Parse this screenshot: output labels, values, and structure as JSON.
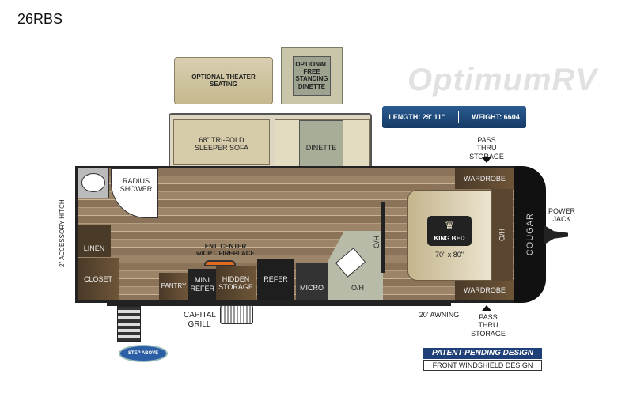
{
  "title": "26RBS",
  "specs": {
    "length": "LENGTH: 29' 11\"",
    "weight": "WEIGHT: 6604"
  },
  "options": {
    "theater": "OPTIONAL THEATER SEATING",
    "dinette": "OPTIONAL FREE STANDING DINETTE"
  },
  "slideout": {
    "sofa": "68\" TRI-FOLD SLEEPER SOFA",
    "dinette": "DINETTE"
  },
  "rooms": {
    "shower": "RADIUS SHOWER",
    "linen": "LINEN",
    "closet": "CLOSET",
    "pantry": "PANTRY",
    "mini_refer": "MINI REFER",
    "hidden_storage": "HIDDEN STORAGE",
    "ent_center": "ENT. CENTER w/OPT. FIREPLACE",
    "refer": "REFER",
    "micro": "MICRO",
    "oh": "O/H",
    "ho_kitchen": "H/O",
    "wardrobe_top": "WARDROBE",
    "wardrobe_bottom": "WARDROBE",
    "bed": "KING BED",
    "bed_size": "70\" x 80\"",
    "ho_bed": "H/O",
    "brand": "COUGAR"
  },
  "exterior": {
    "hitch": "2\" ACCESSORY HITCH",
    "pass_thru_top": "PASS THRU STORAGE",
    "pass_thru_bottom": "PASS THRU STORAGE",
    "power_jack": "POWER JACK",
    "awning": "20' AWNING",
    "grill": "CAPITAL GRILL",
    "step_logo": "STEP ABOVE"
  },
  "badges": {
    "watermark": "OptimumRV",
    "patent": "PATENT-PENDING DESIGN",
    "windshield": "FRONT WINDSHIELD DESIGN"
  }
}
